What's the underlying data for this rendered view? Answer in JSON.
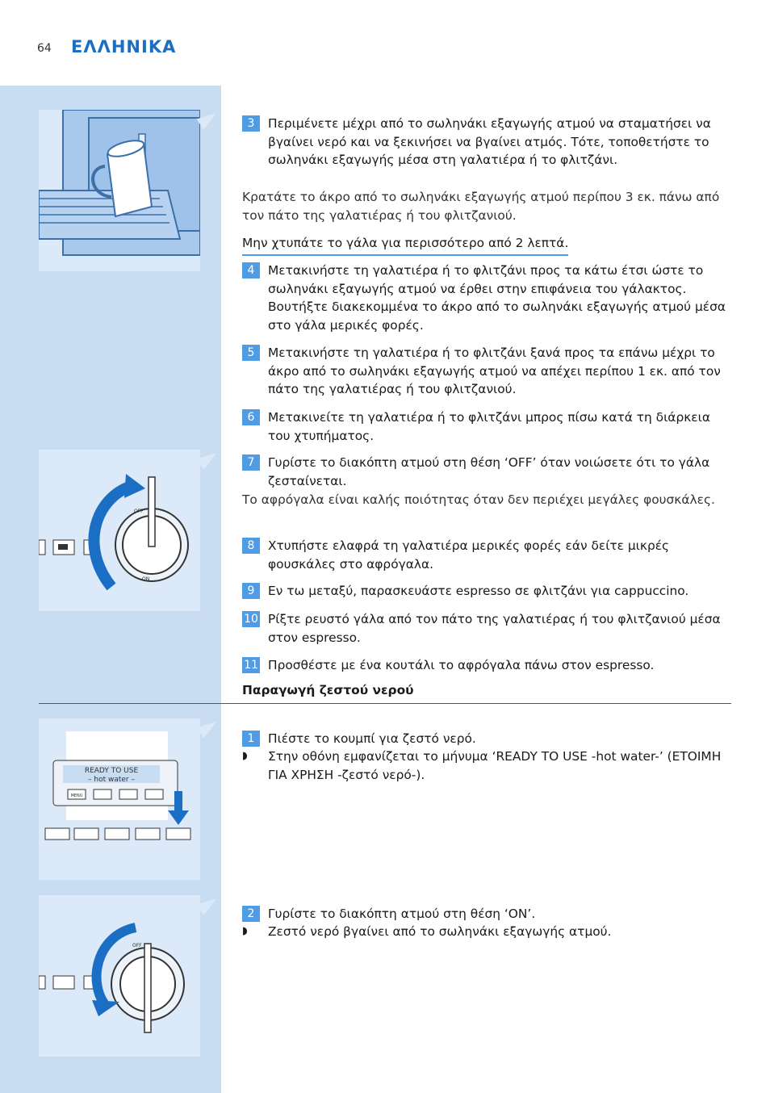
{
  "header": {
    "page_number": "64",
    "title": "ΕΛΛΗΝΙΚΑ"
  },
  "steps_frothing": [
    {
      "num": "3",
      "text": "Περιμένετε μέχρι από το σωληνάκι εξαγωγής ατμού να σταματήσει να βγαίνει νερό και να ξεκινήσει να βγαίνει ατμός. Τότε, τοποθετήστε το σωληνάκι εξαγωγής μέσα στη γαλατιέρα ή το φλιτζάνι."
    },
    {
      "num": "4",
      "text": "Μετακινήστε τη γαλατιέρα ή το φλιτζάνι προς τα κάτω έτσι ώστε το σωληνάκι εξαγωγής ατμού να έρθει στην επιφάνεια του γάλακτος. Βουτήξτε διακεκομμένα το άκρο από το σωληνάκι εξαγωγής ατμού μέσα στο γάλα μερικές φορές."
    },
    {
      "num": "5",
      "text": "Μετακινήστε τη γαλατιέρα ή το φλιτζάνι ξανά προς τα επάνω μέχρι το άκρο από το σωληνάκι εξαγωγής ατμού να απέχει περίπου 1 εκ. από τον πάτο της γαλατιέρας ή του φλιτζανιού."
    },
    {
      "num": "6",
      "text": "Μετακινείτε τη γαλατιέρα ή το φλιτζάνι μπρος πίσω κατά τη διάρκεια του χτυπήματος."
    },
    {
      "num": "7",
      "text": "Γυρίστε το διακόπτη ατμού στη θέση ‘OFF’ όταν νοιώσετε ότι το γάλα ζεσταίνεται."
    },
    {
      "num": "8",
      "text": "Χτυπήστε ελαφρά τη γαλατιέρα μερικές φορές εάν δείτε μικρές φουσκάλες στο αφρόγαλα."
    },
    {
      "num": "9",
      "text": "Εν τω μεταξύ, παρασκευάστε espresso σε φλιτζάνι για cappuccino."
    },
    {
      "num": "10",
      "text": "Ρίξτε ρευστό γάλα από τον πάτο της γαλατιέρας ή του φλιτζανιού μέσα στον espresso."
    },
    {
      "num": "11",
      "text": "Προσθέστε με ένα κουτάλι το αφρόγαλα πάνω στον espresso."
    }
  ],
  "notes": {
    "after_3": "Κρατάτε το άκρο από το σωληνάκι εξαγωγής ατμού περίπου 3 εκ. πάνω από τον πάτο της γαλατιέρας ή του φλιτζανιού.",
    "warning": "Μην χτυπάτε το γάλα για περισσότερο από 2 λεπτά.",
    "after_7": "Το αφρόγαλα είναι καλής ποιότητας όταν δεν περιέχει μεγάλες φουσκάλες."
  },
  "hot_water": {
    "heading": "Παραγωγή ζεστού νερού",
    "step1": {
      "num": "1",
      "text": "Πιέστε το κουμπί για ζεστό νερό."
    },
    "bullet1": "Στην οθόνη εμφανίζεται το μήνυμα ‘READY TO USE -hot water-’ (ΕΤΟΙΜΗ ΓΙΑ ΧΡΗΣΗ -ζεστό νερό-).",
    "step2": {
      "num": "2",
      "text": "Γυρίστε το διακόπτη ατμού στη θέση ‘ON’."
    },
    "bullet2": "Ζεστό νερό βγαίνει από το σωληνάκι εξαγωγής ατμού."
  },
  "illustrations": {
    "display_line1": "READY TO USE",
    "display_line2": "– hot water –",
    "menu_label": "MENU",
    "off_label": "OFF",
    "on_label": "ON",
    "bullet_mark": "◗",
    "accent": "#4f9be4",
    "arrow_color": "#1a6fc4"
  }
}
